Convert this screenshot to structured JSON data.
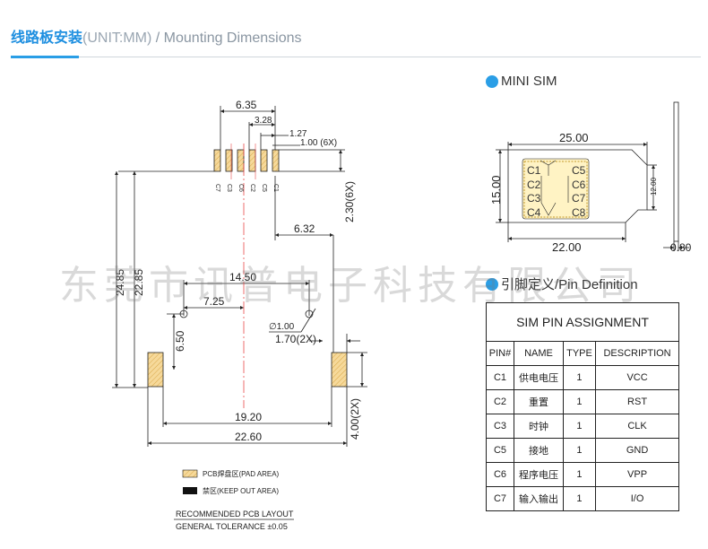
{
  "header": {
    "title_cn": "线路板安装",
    "title_unit": "(UNIT:MM)",
    "title_en": " / Mounting Dimensions"
  },
  "pcb_layout": {
    "pin_labels": [
      "C7",
      "C3",
      "C6",
      "C2",
      "C5",
      "C1"
    ],
    "dims": {
      "d635": "6.35",
      "d328": "3.28",
      "d127": "1.27",
      "d100": "1.00 (6X)",
      "d230": "2.30(6X)",
      "d632": "6.32",
      "d2485": "24.85",
      "d2285": "22.85",
      "d1450": "14.50",
      "d725": "7.25",
      "d650": "6.50",
      "dhole": "∅1.00",
      "d170": "1.70(2X)",
      "d1920": "19.20",
      "d2260": "22.60",
      "d400": "4.00(2X)"
    },
    "legend_pad": "PCB焊盘区(PAD AREA)",
    "legend_keepout": "禁区(KEEP OUT AREA)",
    "caption": "RECOMMENDED PCB LAYOUT",
    "tolerance": "GENERAL TOLERANCE ±0.05"
  },
  "mini_sim": {
    "title": "MINI SIM",
    "d2500": "25.00",
    "d1500": "15.00",
    "d2200": "22.00",
    "d1200": "12.00",
    "d080": "0.80",
    "contacts_left": [
      "C1",
      "C2",
      "C3",
      "C4"
    ],
    "contacts_right": [
      "C5",
      "C6",
      "C7",
      "C8"
    ]
  },
  "pin_def": {
    "title": "引脚定义/Pin Definition",
    "table_title": "SIM PIN ASSIGNMENT",
    "headers": [
      "PIN#",
      "NAME",
      "TYPE",
      "DESCRIPTION"
    ],
    "rows": [
      {
        "pin": "C1",
        "name": "供电电压",
        "type": "1",
        "desc": "VCC"
      },
      {
        "pin": "C2",
        "name": "重置",
        "type": "1",
        "desc": "RST"
      },
      {
        "pin": "C3",
        "name": "时钟",
        "type": "1",
        "desc": "CLK"
      },
      {
        "pin": "C5",
        "name": "接地",
        "type": "1",
        "desc": "GND"
      },
      {
        "pin": "C6",
        "name": "程序电压",
        "type": "1",
        "desc": "VPP"
      },
      {
        "pin": "C7",
        "name": "输入输出",
        "type": "1",
        "desc": "I/O"
      }
    ]
  },
  "watermark": "东莞市讯普电子科技有限公司",
  "colors": {
    "accent": "#2a9ee6",
    "pad_fill": "#f6d99a",
    "centerline": "#e84a4a"
  }
}
